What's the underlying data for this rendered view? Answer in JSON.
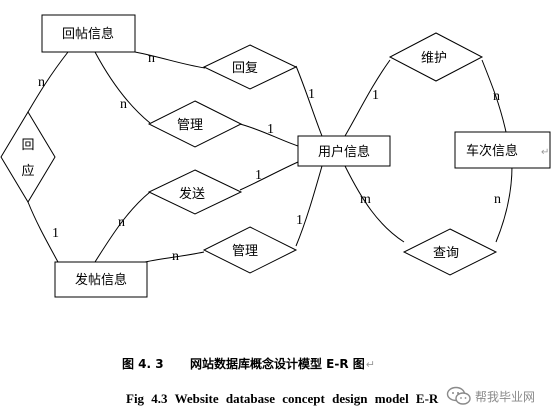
{
  "entities": {
    "reply_info": "回帖信息",
    "user_info": "用户信息",
    "post_info": "发帖信息",
    "train_info": "车次信息"
  },
  "relationships": {
    "reply": "回复",
    "manage_reply": "管理",
    "send": "发送",
    "manage_post": "管理",
    "maintain": "维护",
    "query": "查询",
    "respond_1": "回",
    "respond_2": "应"
  },
  "cardinalities": {
    "reply_info_to_reply": "n",
    "reply_to_user": "1",
    "reply_info_to_manage": "n",
    "manage_to_user": "1",
    "post_to_send": "n",
    "send_to_user": "1",
    "post_to_manage": "n",
    "manage_post_to_user": "1",
    "user_to_maintain": "1",
    "maintain_to_train": "n",
    "user_to_query": "m",
    "query_to_train": "n",
    "reply_info_to_respond": "n",
    "respond_to_post": "1"
  },
  "caption": {
    "cn_number": "图 4. 3",
    "cn_title": "网站数据库概念设计模型 E-R 图",
    "en": "Fig 4.3 Website database concept design model E-R"
  },
  "watermark": {
    "text": "帮我毕业网",
    "icon": "wechat-logo-icon"
  }
}
